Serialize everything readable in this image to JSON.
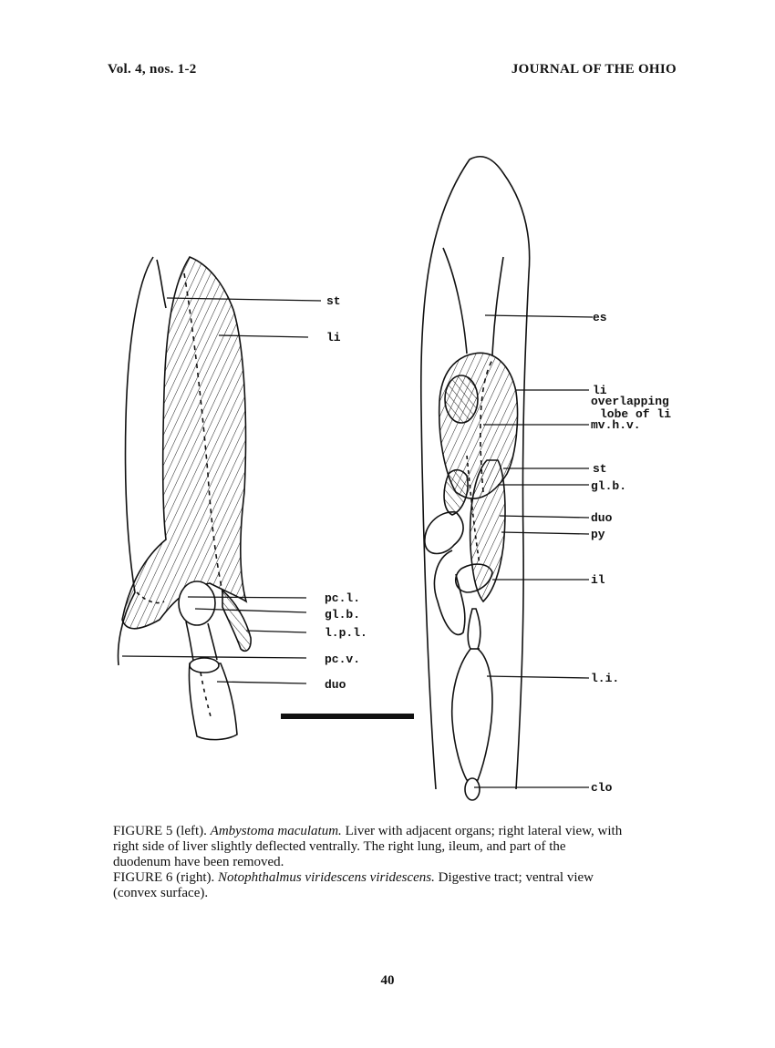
{
  "header": {
    "left": "Vol. 4, nos. 1-2",
    "right": "JOURNAL OF THE OHIO"
  },
  "figure5": {
    "labels": {
      "st": "st",
      "li": "li",
      "pc_l": "pc.l.",
      "gl_b": "gl.b.",
      "l_p_l": "l.p.l.",
      "pc_v": "pc.v.",
      "duo": "duo"
    }
  },
  "figure6": {
    "labels": {
      "es": "es",
      "li": "li",
      "overlapping_line1": "overlapping",
      "overlapping_line2": "lobe of li",
      "mv_h_v": "mv.h.v.",
      "st": "st",
      "gl_b": "gl.b.",
      "duo": "duo",
      "py": "py",
      "il": "il",
      "l_i": "l.i.",
      "clo": "clo"
    }
  },
  "caption": {
    "fig5_label": "FIGURE 5 (left).",
    "fig5_species": "Ambystoma maculatum.",
    "fig5_text": "Liver with adjacent organs; right lateral view, with right side of liver slightly deflected ventrally. The right lung, ileum, and part of the duodenum have been removed.",
    "fig6_label": "FIGURE 6 (right).",
    "fig6_species": "Notophthalmus viridescens viridescens.",
    "fig6_text": "Digestive tract; ventral view (convex surface)."
  },
  "page_number": "40"
}
